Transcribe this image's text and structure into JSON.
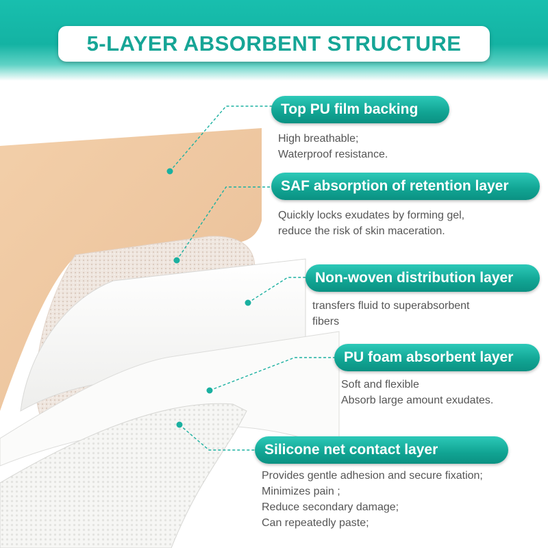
{
  "title": "5-LAYER ABSORBENT STRUCTURE",
  "colors": {
    "accent": "#14b3a3",
    "title_text": "#16a596",
    "description_text": "#555555"
  },
  "layers": [
    {
      "label": "Top  PU film backing",
      "description": [
        "High breathable;",
        "Waterproof resistance."
      ]
    },
    {
      "label": "SAF absorption of retention layer",
      "description": [
        "Quickly locks exudates by forming gel,",
        "reduce the risk of skin maceration."
      ]
    },
    {
      "label": "Non-woven distribution layer",
      "description": [
        "transfers fluid to superabsorbent",
        "fibers"
      ]
    },
    {
      "label": "PU foam absorbent layer",
      "description": [
        "Soft and flexible",
        "Absorb large amount exudates."
      ]
    },
    {
      "label": "Silicone net contact layer",
      "description": [
        "Provides gentle adhesion and secure fixation;",
        "Minimizes pain ;",
        "Reduce secondary damage;",
        "Can repeatedly paste;"
      ]
    }
  ]
}
